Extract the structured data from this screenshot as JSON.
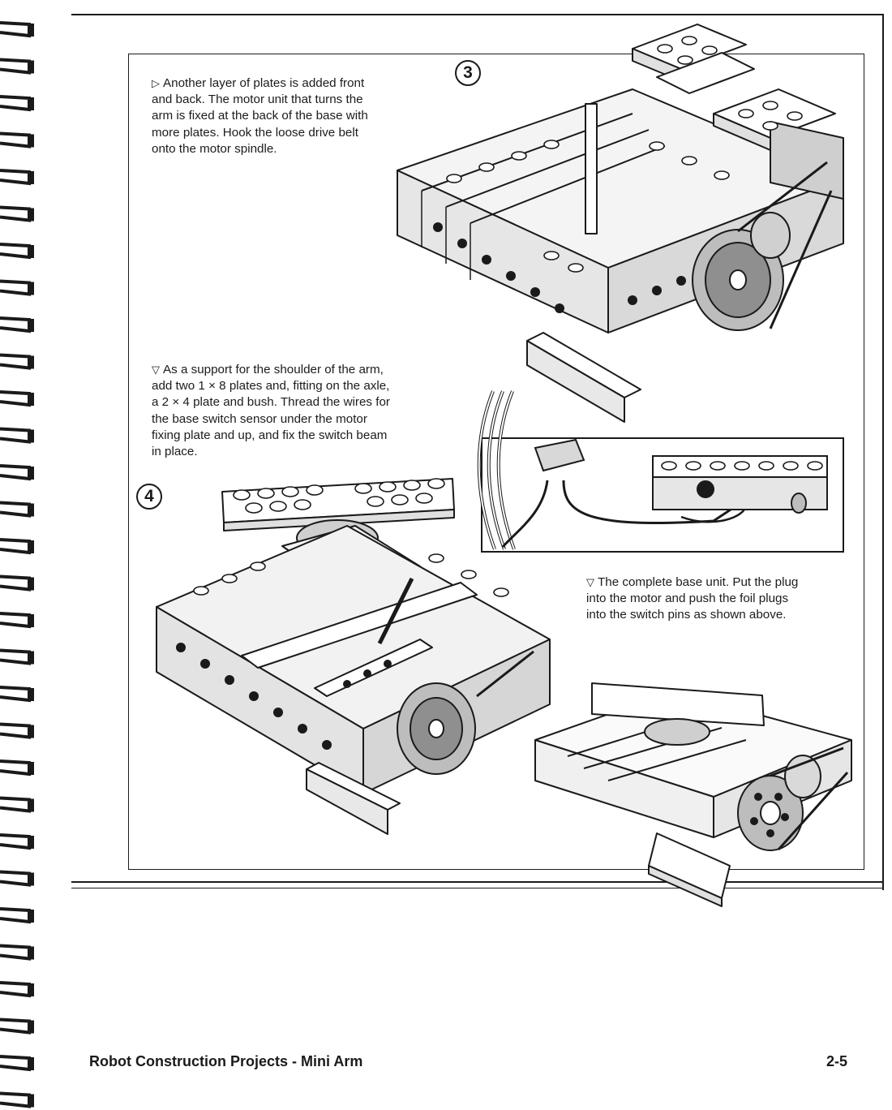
{
  "steps": {
    "step3": {
      "number": "3",
      "marker": "▷",
      "caption": "Another layer of plates is added front and back. The motor unit that turns the arm is fixed at the back of the base with more plates. Hook the loose drive belt onto the motor spindle."
    },
    "step4": {
      "number": "4",
      "marker": "▽",
      "caption": "As a support for the shoulder of the arm, add two 1 × 8 plates and, fitting on the axle, a 2 × 4 plate and bush. Thread the wires for the base switch sensor under the motor fixing plate and up, and fix the switch beam in place."
    },
    "complete": {
      "marker": "▽",
      "caption": "The complete base unit. Put the plug into the motor and push the foil plugs into the switch pins as shown above."
    }
  },
  "footer": {
    "title": "Robot Construction Projects - Mini Arm",
    "page_number": "2-5"
  },
  "colors": {
    "ink": "#1a1a1a",
    "paper": "#ffffff",
    "shade": "#bdbdbd"
  }
}
